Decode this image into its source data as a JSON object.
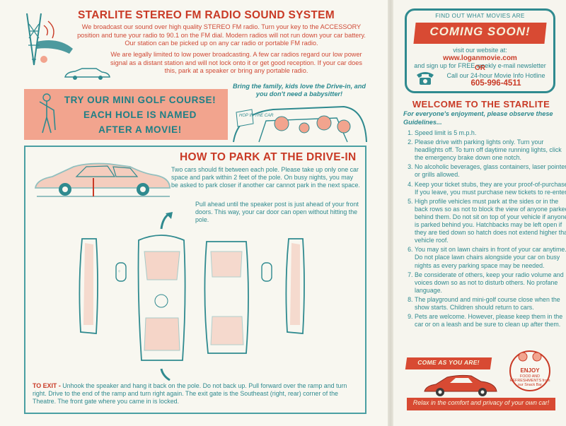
{
  "radio": {
    "title": "STARLITE STEREO FM RADIO SOUND SYSTEM",
    "para1": "We broadcast our sound over high quality STEREO FM radio. Turn your key to the ACCESSORY position and tune your radio to 90.1 on the FM dial. Modern radios will not run down your car battery. Our station can be picked up on any car radio or portable FM radio.",
    "para2": "We are legally limited to low power broadcasting. A few car radios regard our low power signal as a distant station and will not lock onto it or get good reception. If your car does this, park at a speaker or bring any portable radio."
  },
  "golf": {
    "line1": "TRY OUR MINI GOLF COURSE!",
    "line2": "EACH HOLE IS NAMED",
    "line3": "AFTER A MOVIE!"
  },
  "family": {
    "caption": "Bring the family, kids love the Drive-in, and you don't need a babysitter!",
    "sign": "HOP IN THE CAR"
  },
  "parking": {
    "title": "HOW TO PARK AT THE DRIVE-IN",
    "para1": "Two cars should fit between each pole. Please take up only one car space and park within 2 feet of the pole. On busy nights, you may be asked to park closer if another car cannot park in the next space.",
    "para2": "Pull ahead until the speaker post is just ahead of your front doors. This way, your car door can open without hitting the pole.",
    "exit_label": "TO EXIT -",
    "exit_text": " Unhook the speaker and hang it back on the pole. Do not back up. Pull forward over the ramp and turn right. Drive to the end of the ramp and turn right again. The exit gate is the Southeast (right, rear) corner of the Theatre. The front gate where you came in is locked."
  },
  "coming": {
    "find": "FIND OUT WHAT MOVIES ARE",
    "banner": "COMING SOON!",
    "visit": "visit our website at:",
    "url": "www.loganmovie.com",
    "signup": "and sign up for FREE weekly e-mail newsletter",
    "or": "OR",
    "hotline": "Call our 24-hour Movie Info Hotline",
    "phone": "605-996-4511"
  },
  "welcome": {
    "title": "WELCOME TO THE STARLITE",
    "intro": "For everyone's enjoyment, please observe these Guidelines...",
    "rules": [
      "Speed limit is 5 m.p.h.",
      "Please drive with parking lights only. Turn your headlights off. To turn off daytime running lights, click the emergency brake down one notch.",
      "No alcoholic beverages, glass containers, laser pointers, or grills allowed.",
      "Keep your ticket stubs, they are your proof-of-purchase. If you leave, you must purchase new tickets to re-enter.",
      "High profile vehicles must park at the sides or in the back rows so as not to block the view of anyone parked behind them. Do not sit on top of your vehicle if anyone is parked behind you. Hatchbacks may be left open if they are tied down so hatch does not extend higher than vehicle roof.",
      "You may sit on lawn chairs in front of your car anytime. Do not place lawn chairs alongside your car on busy nights as every parking space may be needed.",
      "Be considerate of others, keep your radio volume and voices down so as not to disturb others. No profane language.",
      "The playground and mini-golf course close when the show starts. Children should return to cars.",
      "Pets are welcome. However, please keep them in the car or on a leash and be sure to clean up after them."
    ]
  },
  "promo": {
    "come": "COME AS YOU ARE!",
    "enjoy": "ENJOY",
    "enjoy_sub": "FOOD AND REFRESHMENTS from our Snack Bar",
    "relax": "Relax in the comfort and privacy of your own car!"
  },
  "colors": {
    "teal": "#2f8a8f",
    "red": "#c93a26",
    "salmon": "#f2a48e"
  }
}
